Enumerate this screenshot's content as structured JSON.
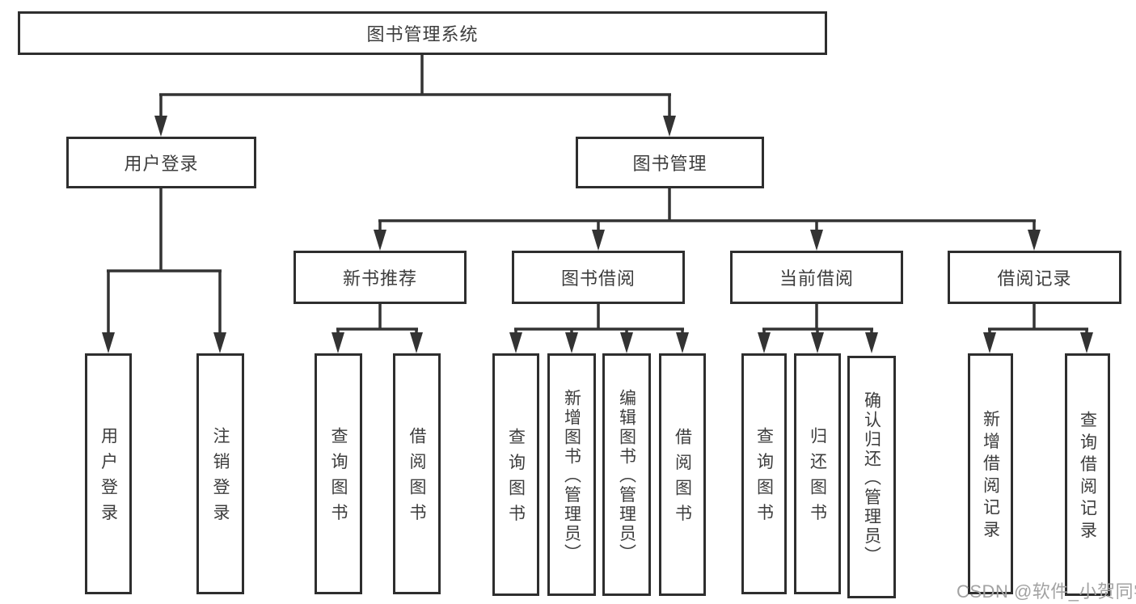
{
  "diagram": {
    "title": "图书管理系统",
    "type": "functional-structure-tree",
    "tree": {
      "label": "图书管理系统",
      "children": [
        {
          "label": "用户登录",
          "children": [
            {
              "label": "用户登录"
            },
            {
              "label": "注销登录"
            }
          ]
        },
        {
          "label": "图书管理",
          "children": [
            {
              "label": "新书推荐",
              "children": [
                {
                  "label": "查询图书"
                },
                {
                  "label": "借阅图书"
                }
              ]
            },
            {
              "label": "图书借阅",
              "children": [
                {
                  "label": "查询图书"
                },
                {
                  "label": "新增图书（管理员）"
                },
                {
                  "label": "编辑图书（管理员）"
                },
                {
                  "label": "借阅图书"
                }
              ]
            },
            {
              "label": "当前借阅",
              "children": [
                {
                  "label": "查询图书"
                },
                {
                  "label": "归还图书"
                },
                {
                  "label": "确认归还（管理员）"
                }
              ]
            },
            {
              "label": "借阅记录",
              "children": [
                {
                  "label": "新增借阅记录"
                },
                {
                  "label": "查询借阅记录"
                }
              ]
            }
          ]
        }
      ]
    },
    "watermark": "CSDN @软件_小贺同学",
    "colors": {
      "line": "#333333",
      "box_border": "#2e2e2e",
      "box_fill": "#ffffff",
      "text": "#3d3d3d",
      "watermark": "#a2a2a2",
      "background": "#ffffff"
    }
  }
}
